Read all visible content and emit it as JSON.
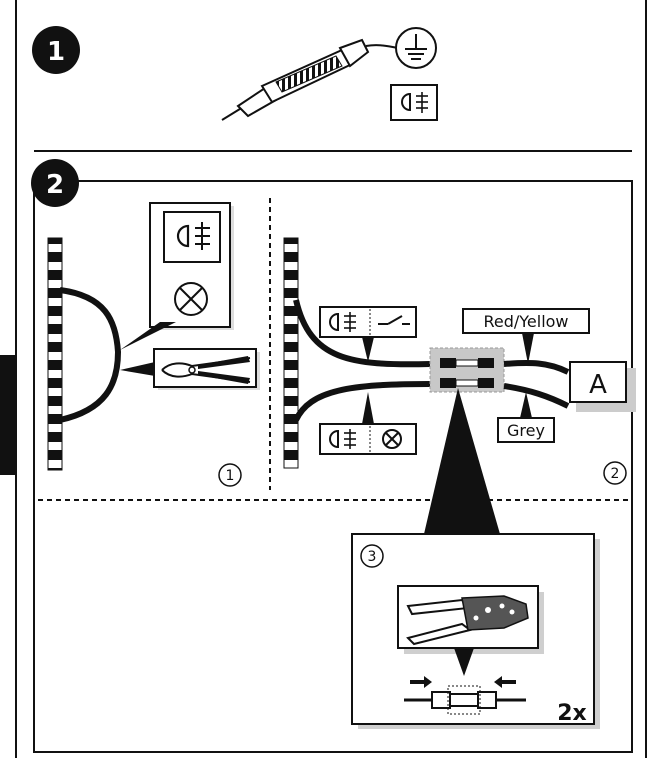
{
  "steps": {
    "step1": "1",
    "step2": "2"
  },
  "substeps": {
    "sub1": "1",
    "sub2": "2",
    "sub3": "3"
  },
  "wires": {
    "red_yellow": "Red/Yellow",
    "grey": "Grey"
  },
  "connector": "A",
  "quantity": "2x",
  "icons": [
    "test-light-icon",
    "ground-symbol-icon",
    "fog-light-icon",
    "lamp-icon",
    "switch-icon",
    "wire-cutter-icon",
    "crimping-tool-icon",
    "butt-connector-icon"
  ]
}
